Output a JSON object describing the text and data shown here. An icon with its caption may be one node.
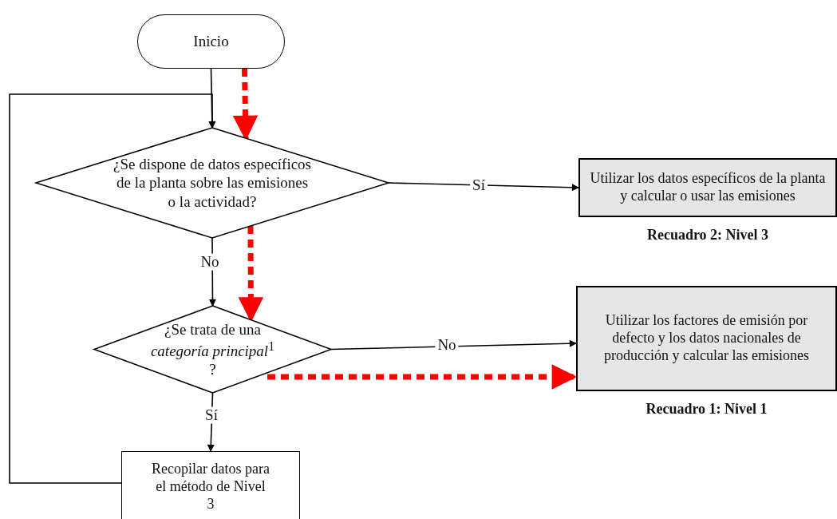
{
  "diagram": {
    "nodes": [
      {
        "text": [
          "Inicio"
        ]
      },
      {
        "text": [
          "¿Se dispone de datos específicos de la planta sobre las emisiones o la actividad?"
        ]
      },
      {
        "text": [
          "Utilizar los datos específicos de la planta y calcular o usar las emisiones"
        ],
        "beside": [
          "Recuadro 2: Nivel 3"
        ]
      },
      {
        "text": [
          "¿Se trata de una *categoría principal*$^{1}$ ?"
        ]
      },
      {
        "text": [
          "Utilizar los factores de emisión por defecto y los datos nacionales de producción y calcular las emisiones"
        ],
        "beside": [
          "Recuadro 1: Nivel 1"
        ]
      },
      {
        "text": [
          "Recopilar datos para el método de Nivel 3"
        ]
      }
    ],
    "edges": [
      {
        "from": 0,
        "to": 1,
        "arrow": "to"
      },
      {
        "from": 1,
        "to": 2,
        "arrow": "to",
        "label": "Sí"
      },
      {
        "from": 1,
        "to": 3,
        "arrow": "to",
        "label": "No"
      },
      {
        "from": 3,
        "to": 4,
        "arrow": "to",
        "label": "No"
      },
      {
        "from": 3,
        "to": 5,
        "arrow": "to",
        "label": "Sí"
      },
      {
        "from": 5,
        "to": 1,
        "arrow": "to"
      },
      {
        "from": 0,
        "to": 1,
        "arrow": "to",
        "style": "dashed",
        "color": "#ff0000"
      },
      {
        "from": 1,
        "to": 3,
        "arrow": "to",
        "style": "dashed",
        "color": "#ff0000"
      },
      {
        "from": 3,
        "to": 4,
        "arrow": "to",
        "style": "dashed",
        "color": "#ff0000"
      }
    ]
  }
}
